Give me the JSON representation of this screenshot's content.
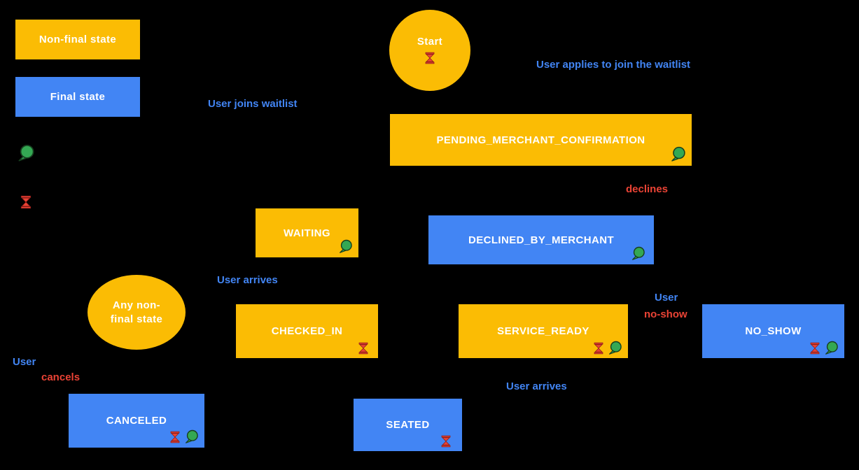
{
  "legend": {
    "non_final_label": "Non-final state",
    "final_label": "Final state",
    "chat_icon": "chat-bubble-icon",
    "hourglass_icon": "hourglass-icon"
  },
  "nodes": {
    "start": {
      "label": "Start",
      "type": "non-final"
    },
    "pending": {
      "label": "PENDING_MERCHANT_CONFIRMATION",
      "type": "non-final"
    },
    "waiting": {
      "label": "WAITING",
      "type": "non-final"
    },
    "declined": {
      "label": "DECLINED_BY_MERCHANT",
      "type": "final"
    },
    "checked_in": {
      "label": "CHECKED_IN",
      "type": "non-final"
    },
    "service_ready": {
      "label": "SERVICE_READY",
      "type": "non-final"
    },
    "no_show": {
      "label": "NO_SHOW",
      "type": "final"
    },
    "any_non_final": {
      "label": "Any non-final state",
      "type": "non-final"
    },
    "canceled": {
      "label": "CANCELED",
      "type": "final"
    },
    "seated": {
      "label": "SEATED",
      "type": "final"
    }
  },
  "edge_labels": {
    "apply": "User applies to join the waitlist",
    "join": "User joins waitlist",
    "declines": "declines",
    "arrives_checkin": "User arrives",
    "arrives_seated": "User arrives",
    "cancel_line1": "User",
    "cancel_line2": "cancels",
    "noshow_line1": "User",
    "noshow_line2": "no-show"
  },
  "colors": {
    "background": "#000000",
    "non_final_fill": "#FBBC04",
    "final_fill": "#4285F4",
    "node_text": "#FFFFFF",
    "transition_text": "#4285F4",
    "alert_text": "#EA4335",
    "chat_icon": "#34A853",
    "hourglass_icon": "#EA4335"
  }
}
